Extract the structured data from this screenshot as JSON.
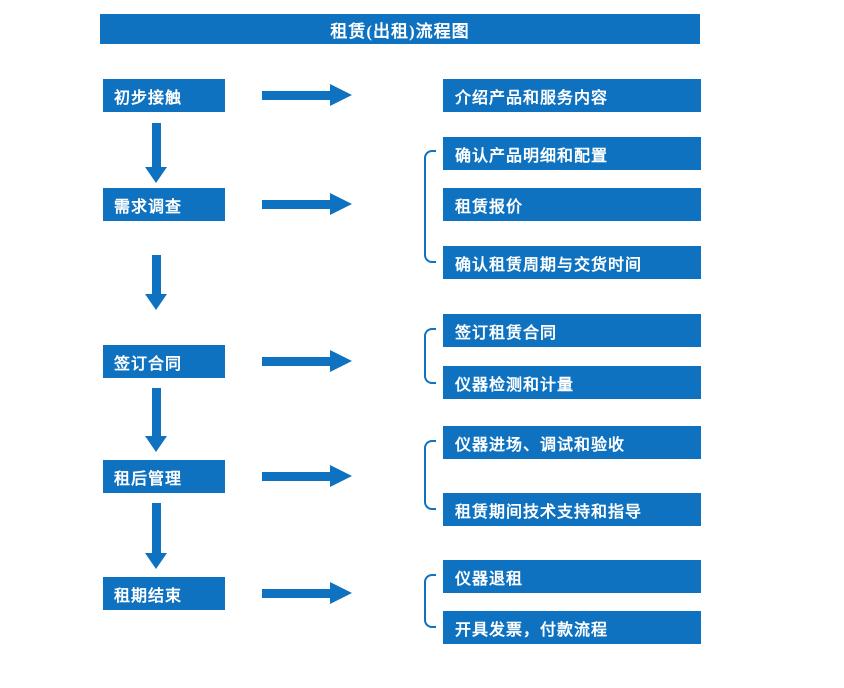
{
  "title": "租赁(出租)流程图",
  "colors": {
    "primary": "#0e72c0",
    "text_on_primary": "#ffffff",
    "background": "#ffffff"
  },
  "stages": [
    {
      "label": "初步接触",
      "details": [
        "介绍产品和服务内容"
      ]
    },
    {
      "label": "需求调查",
      "details": [
        "确认产品明细和配置",
        "租赁报价",
        "确认租赁周期与交货时间"
      ]
    },
    {
      "label": "签订合同",
      "details": [
        "签订租赁合同",
        "仪器检测和计量"
      ]
    },
    {
      "label": "租后管理",
      "details": [
        "仪器进场、调试和验收",
        "租赁期间技术支持和指导"
      ]
    },
    {
      "label": "租期结束",
      "details": [
        "仪器退租",
        "开具发票，付款流程"
      ]
    }
  ]
}
